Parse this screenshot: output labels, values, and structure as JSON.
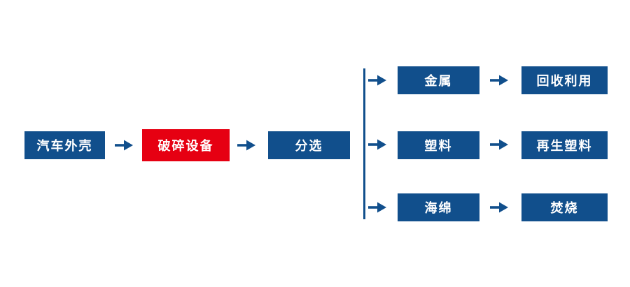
{
  "colors": {
    "primary": "#114f8c",
    "accent": "#e60012",
    "text_on_fill": "#ffffff",
    "background": "#ffffff"
  },
  "diagram": {
    "type": "flowchart",
    "description": "Automobile shell recycling process flow",
    "main_flow": [
      {
        "id": "car-shell",
        "label": "汽车外壳",
        "fill": "primary"
      },
      {
        "id": "crushing-equipment",
        "label": "破碎设备",
        "fill": "accent"
      },
      {
        "id": "sorting",
        "label": "分选",
        "fill": "primary"
      }
    ],
    "branches": [
      {
        "output": {
          "id": "metal",
          "label": "金属"
        },
        "result": {
          "id": "recycle-reuse",
          "label": "回收利用"
        }
      },
      {
        "output": {
          "id": "plastic",
          "label": "塑料"
        },
        "result": {
          "id": "recycled-plastic",
          "label": "再生塑料"
        }
      },
      {
        "output": {
          "id": "sponge",
          "label": "海绵"
        },
        "result": {
          "id": "incineration",
          "label": "焚烧"
        }
      }
    ]
  }
}
